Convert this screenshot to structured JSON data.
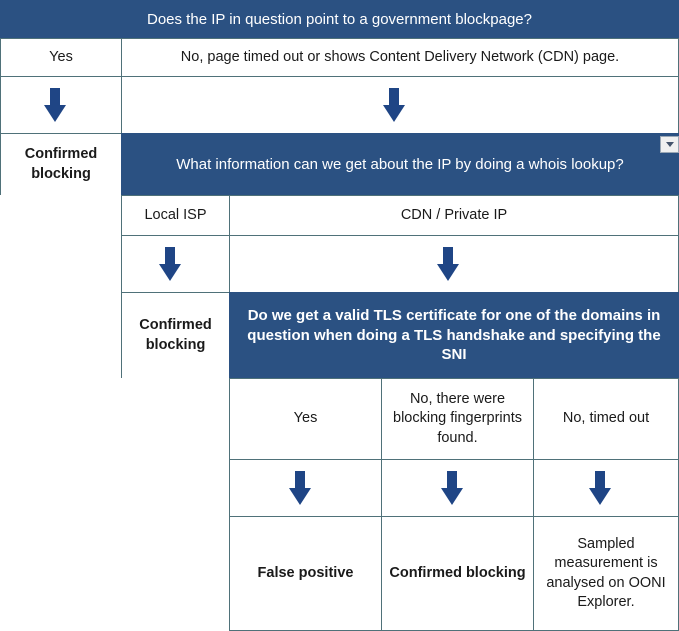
{
  "colors": {
    "header_blue": "#2b5182",
    "arrow_blue": "#1f4585",
    "border": "#4f7179",
    "text": "#1a1a1a",
    "white": "#ffffff"
  },
  "flowchart": {
    "title": "Does the IP in question point to a government blockpage?",
    "level1": {
      "question": "Does the IP in question point to a government blockpage?",
      "answers": {
        "yes": "Yes",
        "no": "No, page timed out or shows Content Delivery Network (CDN) page."
      },
      "outcome_yes": "Confirmed blocking"
    },
    "level2": {
      "question": "What information can we get about the IP by doing a whois lookup?",
      "answers": {
        "local_isp": "Local ISP",
        "cdn_private": "CDN / Private IP"
      },
      "outcome_local_isp": "Confirmed blocking"
    },
    "level3": {
      "question": "Do we get a valid TLS certificate for one of the domains in question when doing a TLS handshake and specifying the SNI",
      "answers": {
        "yes": "Yes",
        "fingerprints": "No, there were blocking fingerprints found.",
        "timed_out": "No, timed out"
      },
      "outcomes": {
        "yes": "False positive",
        "fingerprints": "Confirmed blocking",
        "timed_out": "Sampled measurement is analysed on OONI Explorer."
      }
    },
    "icons": {
      "arrow": "arrow-down-icon",
      "dropdown": "filter-dropdown-icon"
    }
  }
}
